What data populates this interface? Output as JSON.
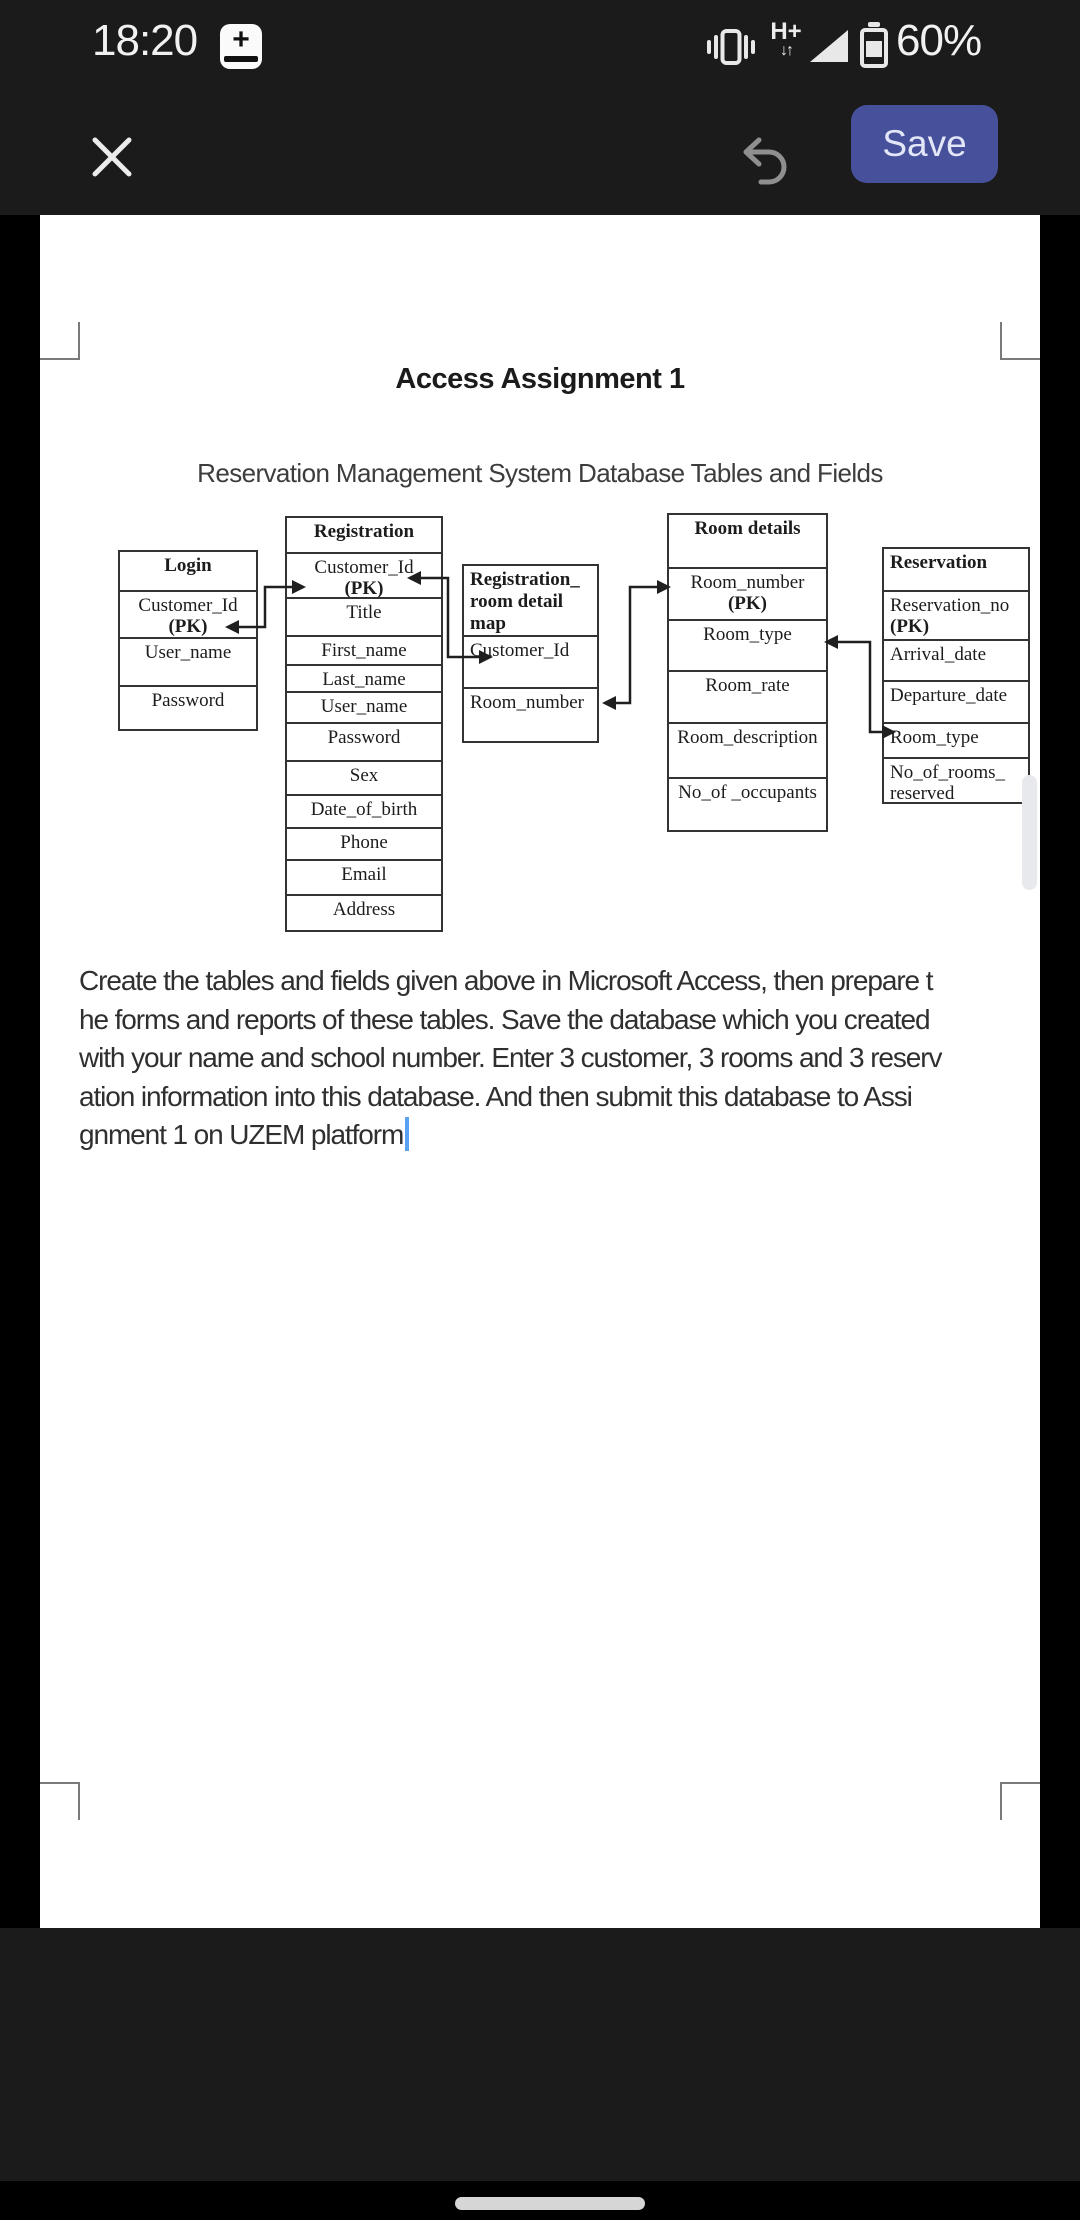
{
  "status": {
    "time": "18:20",
    "network_mode": "H+",
    "battery_percent": "60%"
  },
  "appbar": {
    "save_label": "Save"
  },
  "doc": {
    "title": "Access Assignment 1",
    "subtitle": "Reservation Management System Database Tables and Fields",
    "tables": [
      {
        "header": [
          "Login"
        ],
        "rows": [
          [
            "Customer_Id",
            "(PK)"
          ],
          [
            "User_name"
          ],
          [
            "Password"
          ]
        ]
      },
      {
        "header": [
          "Registration"
        ],
        "rows": [
          [
            "Customer_Id",
            "(PK)"
          ],
          [
            "Title"
          ],
          [
            "First_name"
          ],
          [
            "Last_name"
          ],
          [
            "User_name"
          ],
          [
            "Password"
          ],
          [
            "Sex"
          ],
          [
            "Date_of_birth"
          ],
          [
            "Phone"
          ],
          [
            "Email"
          ],
          [
            "Address"
          ]
        ]
      },
      {
        "header": [
          "Registration_",
          "room detail",
          "map"
        ],
        "rows": [
          [
            "Customer_Id"
          ],
          [
            "Room_number"
          ]
        ]
      },
      {
        "header": [
          "Room details"
        ],
        "rows": [
          [
            "Room_number",
            "(PK)"
          ],
          [
            "Room_type"
          ],
          [
            "Room_rate"
          ],
          [
            "Room_description"
          ],
          [
            "No_of _occupants"
          ]
        ]
      },
      {
        "header": [
          "Reservation"
        ],
        "rows": [
          [
            "Reservation_no",
            "(PK)"
          ],
          [
            "Arrival_date"
          ],
          [
            "Departure_date"
          ],
          [
            "Room_type"
          ],
          [
            "No_of_rooms_",
            "reserved"
          ]
        ]
      }
    ],
    "relationships": [
      {
        "from": "Registration.Customer_Id",
        "to": "Login.Customer_Id"
      },
      {
        "from": "Registration.Customer_Id",
        "to": "Registration_room detail map.Customer_Id"
      },
      {
        "from": "Room details.Room_number",
        "to": "Registration_room detail map.Room_number"
      },
      {
        "from": "Reservation.Room_type",
        "to": "Room details.Room_type"
      }
    ],
    "paragraph": [
      "Create the tables and fields given above in Microsoft Access, then prepare t",
      "he forms and reports of these tables. Save the database which you created",
      "with your name and school number. Enter 3 customer, 3 rooms and 3 reserv",
      "ation information into this database. And then submit this database to Assi",
      "gnment 1 on UZEM platform"
    ]
  }
}
